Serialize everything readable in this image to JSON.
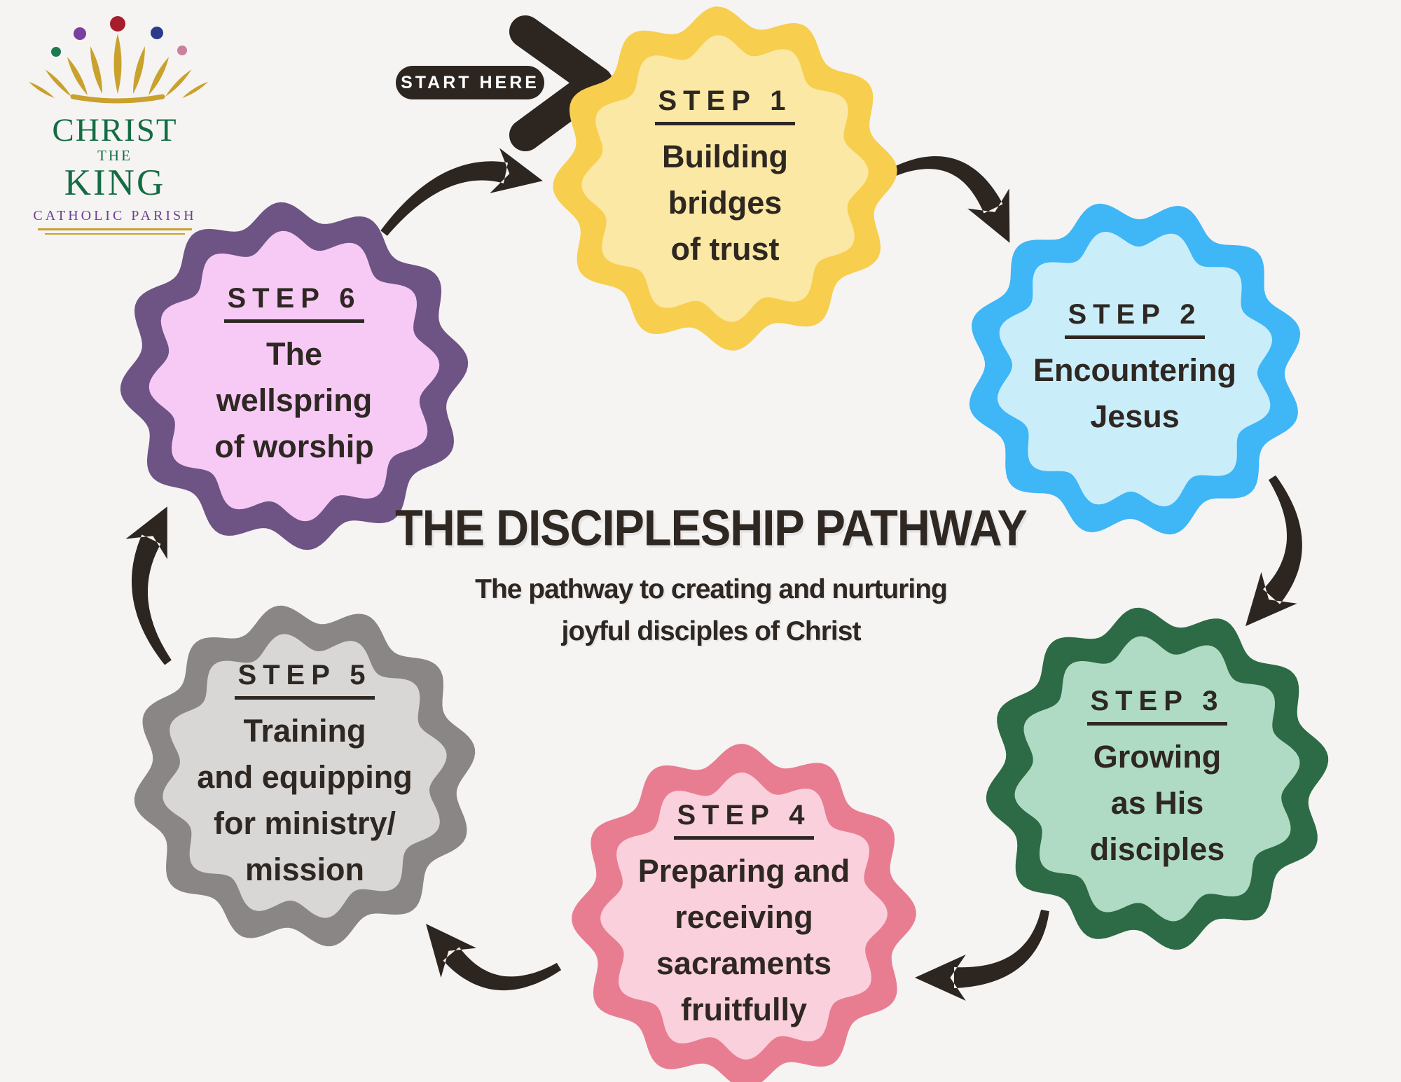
{
  "background_color": "#F5F4F3",
  "ink_color": "#2D2520",
  "logo": {
    "title_lines": [
      "CHRIST",
      "THE",
      "KING"
    ],
    "subtitle": "CATHOLIC PARISH",
    "text_green": "#146C43",
    "subtitle_purple": "#6B3F92",
    "gold": "#C9A12C",
    "jewel_colors": [
      "#1B7A4E",
      "#7B3F9E",
      "#A61E2B",
      "#2C3A8C",
      "#C9809D"
    ]
  },
  "start_badge": {
    "label": "START HERE",
    "bg_color": "#2D2520",
    "text_color": "#FFFFFF"
  },
  "center": {
    "title": "THE DISCIPLESHIP PATHWAY",
    "subtitle_line1": "The pathway to creating and nurturing",
    "subtitle_line2": "joyful disciples of Christ"
  },
  "steps": [
    {
      "label": "STEP 1",
      "lines": [
        "Building",
        "bridges",
        "of trust"
      ],
      "border_color": "#F7CE4E",
      "fill_color": "#FAE8A4"
    },
    {
      "label": "STEP 2",
      "lines": [
        "Encountering",
        "Jesus"
      ],
      "border_color": "#3FB6F6",
      "fill_color": "#CAEDFA"
    },
    {
      "label": "STEP 3",
      "lines": [
        "Growing",
        "as His",
        "disciples"
      ],
      "border_color": "#2C6B45",
      "fill_color": "#AFDBC4"
    },
    {
      "label": "STEP 4",
      "lines": [
        "Preparing and",
        "receiving",
        "sacraments",
        "fruitfully"
      ],
      "border_color": "#E87D92",
      "fill_color": "#FAD0DC"
    },
    {
      "label": "STEP 5",
      "lines": [
        "Training",
        "and equipping",
        "for ministry/",
        "mission"
      ],
      "border_color": "#8A8686",
      "fill_color": "#D9D6D6"
    },
    {
      "label": "STEP 6",
      "lines": [
        "The",
        "wellspring",
        "of worship"
      ],
      "border_color": "#6E5385",
      "fill_color": "#F7CAF6"
    }
  ]
}
